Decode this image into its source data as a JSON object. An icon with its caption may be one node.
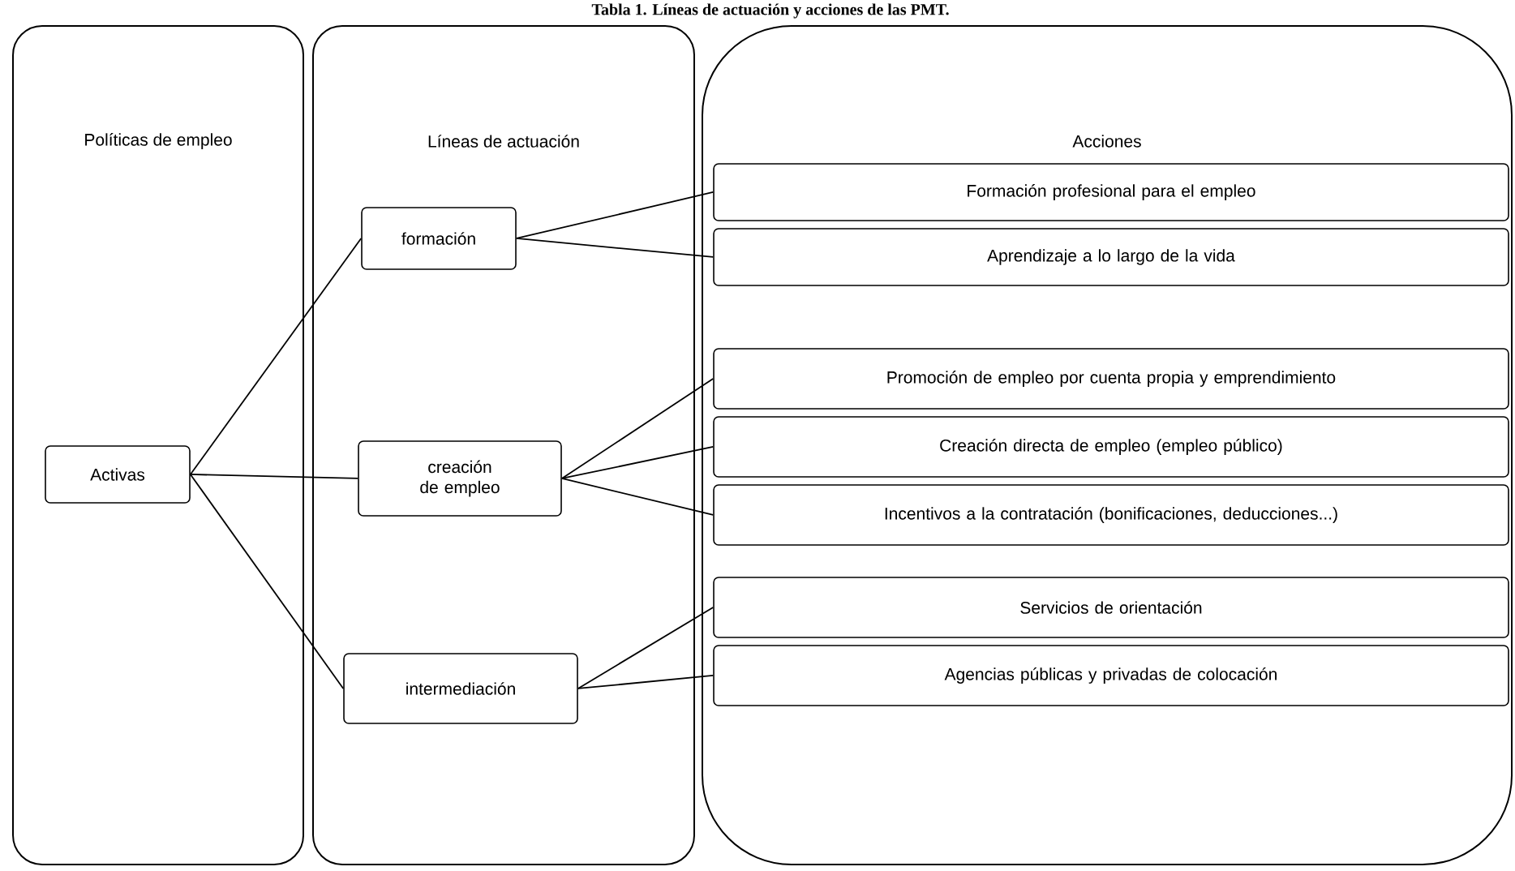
{
  "diagram": {
    "title": "Tabla 1. Líneas de actuación y acciones de las PMT.",
    "nodes": [
      {
        "text": [
          "Políticas de empleo"
        ]
      },
      {
        "text": [
          "Líneas de actuación"
        ]
      },
      {
        "text": [
          "Acciones"
        ]
      },
      {
        "text": [
          "Activas"
        ],
        "in": 0
      },
      {
        "text": [
          "formación"
        ],
        "in": 1
      },
      {
        "text": [
          "creación de empleo"
        ],
        "in": 1
      },
      {
        "text": [
          "intermediación"
        ],
        "in": 1
      },
      {
        "text": [
          "Formación profesional para el empleo"
        ],
        "in": 2
      },
      {
        "text": [
          "Aprendizaje a lo largo de la vida"
        ],
        "in": 2
      },
      {
        "text": [
          "Promoción de empleo por cuenta propia y emprendimiento"
        ],
        "in": 2
      },
      {
        "text": [
          "Creación directa de empleo (empleo público)"
        ],
        "in": 2
      },
      {
        "text": [
          "Incentivos a la contratación (bonificaciones, deducciones...)"
        ],
        "in": 2
      },
      {
        "text": [
          "Servicios de orientación"
        ],
        "in": 2
      },
      {
        "text": [
          "Agencias públicas y privadas de colocación"
        ],
        "in": 2
      }
    ],
    "edges": [
      {
        "from": 3,
        "to": 4,
        "arrow": "none"
      },
      {
        "from": 3,
        "to": 5,
        "arrow": "none"
      },
      {
        "from": 3,
        "to": 6,
        "arrow": "none"
      },
      {
        "from": 4,
        "to": 7,
        "arrow": "none"
      },
      {
        "from": 4,
        "to": 8,
        "arrow": "none"
      },
      {
        "from": 5,
        "to": 9,
        "arrow": "none"
      },
      {
        "from": 5,
        "to": 10,
        "arrow": "none"
      },
      {
        "from": 5,
        "to": 11,
        "arrow": "none"
      },
      {
        "from": 6,
        "to": 12,
        "arrow": "none"
      },
      {
        "from": 6,
        "to": 13,
        "arrow": "none"
      }
    ]
  }
}
